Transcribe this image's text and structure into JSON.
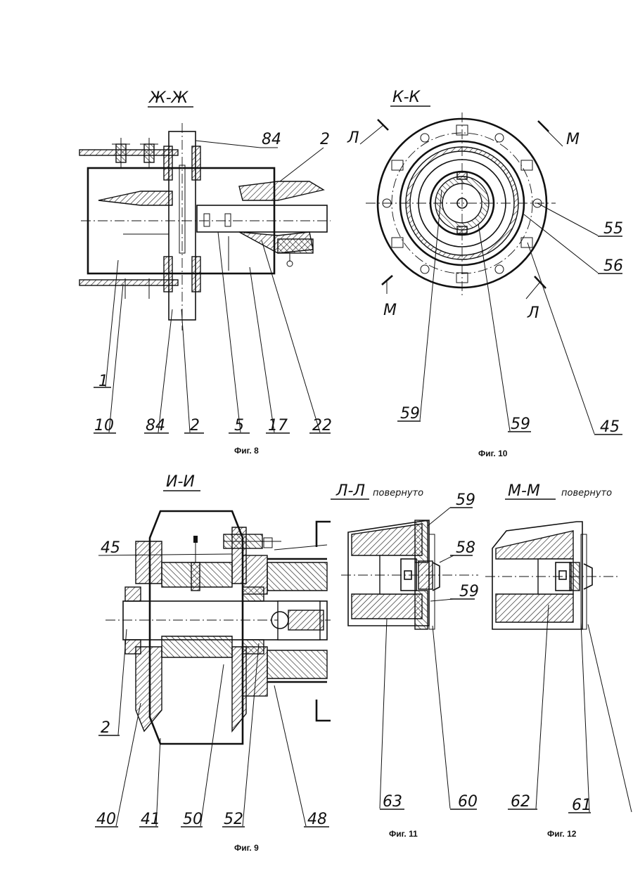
{
  "figures": [
    {
      "id": "fig8",
      "caption": "Фиг. 8",
      "section": "Ж-Ж",
      "labels": {
        "top_84": "84",
        "top_2": "2",
        "b1": "1",
        "b10": "10",
        "b84": "84",
        "b2": "2",
        "b5": "5",
        "b17": "17",
        "b22": "22"
      }
    },
    {
      "id": "fig10",
      "caption": "Фиг. 10",
      "section": "К-К",
      "labels": {
        "l_top": "Л",
        "m_top": "М",
        "m_bot": "М",
        "l_bot": "Л",
        "n55": "55",
        "n56": "56",
        "n59a": "59",
        "n59b": "59",
        "n45": "45"
      }
    },
    {
      "id": "fig9",
      "caption": "Фиг. 9",
      "section": "И-И",
      "labels": {
        "n45": "45",
        "n2": "2",
        "n40": "40",
        "n41": "41",
        "n50": "50",
        "n52": "52",
        "n48": "48"
      }
    },
    {
      "id": "fig11",
      "caption": "Фиг. 11",
      "section": "Л-Л",
      "section_note": "повернуто",
      "labels": {
        "n59a": "59",
        "n58": "58",
        "n59b": "59",
        "n63": "63",
        "n60": "60"
      }
    },
    {
      "id": "fig12",
      "caption": "Фиг. 12",
      "section": "М-М",
      "section_note": "повернуто",
      "labels": {
        "n62": "62",
        "n61": "61"
      }
    }
  ]
}
